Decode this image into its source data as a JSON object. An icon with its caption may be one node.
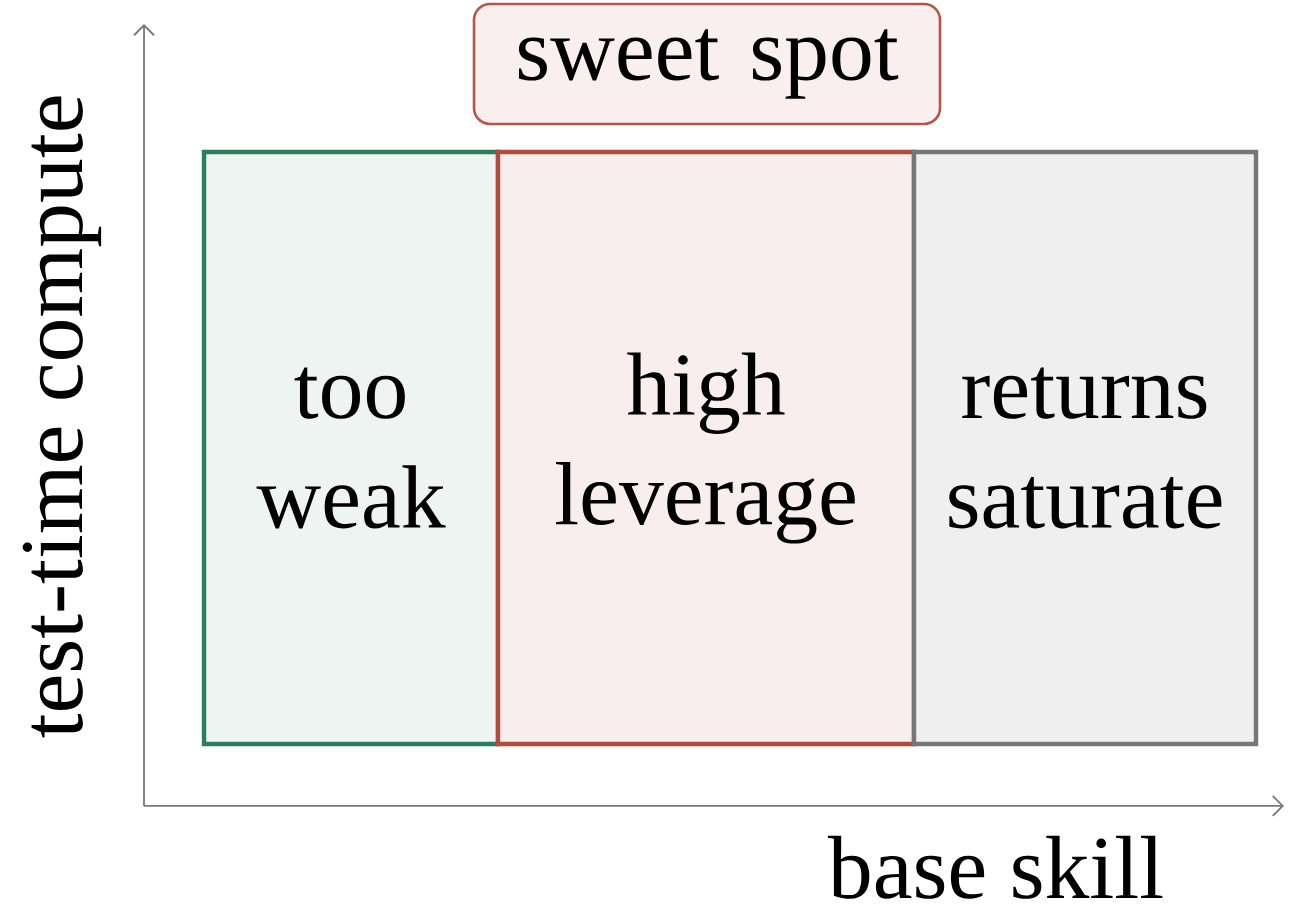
{
  "diagram": {
    "nodes": [
      {
        "text": [
          "sweet spot"
        ]
      },
      {
        "text": [
          "too weak"
        ]
      },
      {
        "text": [
          "high leverage"
        ]
      },
      {
        "text": [
          "returns saturate"
        ]
      }
    ],
    "labels": [
      "test-time compute",
      "base skill"
    ]
  }
}
